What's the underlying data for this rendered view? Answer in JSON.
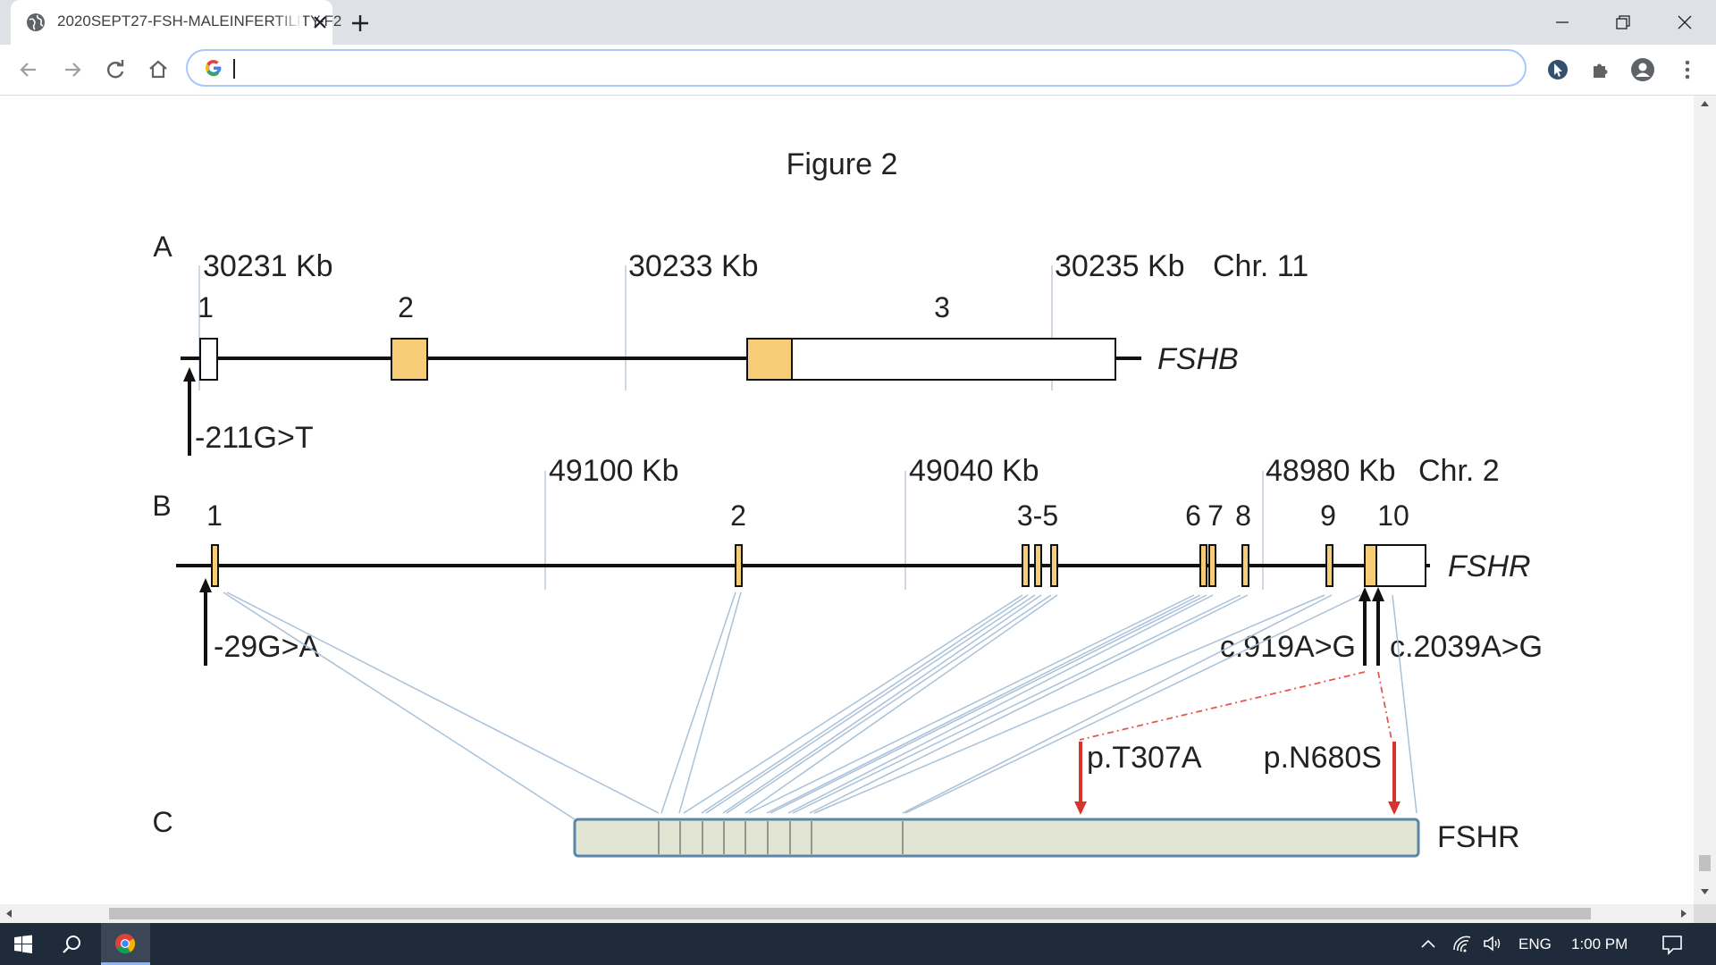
{
  "browser": {
    "tab": {
      "title": "2020SEPT27-FSH-MALEINFERTILITY-F2",
      "favicon": "globe-icon",
      "close": "close-icon"
    },
    "new_tab": "plus-icon",
    "window_controls": [
      "minimize-icon",
      "restore-icon",
      "close-icon"
    ],
    "nav": [
      "back-arrow-icon",
      "forward-arrow-icon",
      "reload-icon",
      "home-icon"
    ],
    "omnibox": {
      "value": "",
      "placeholder": "",
      "logo": "google-g-icon"
    },
    "toolbar_icons": [
      "cursor-extension-icon",
      "puzzle-extensions-icon",
      "profile-avatar-icon",
      "kebab-menu-icon"
    ]
  },
  "figure": {
    "title": "Figure 2",
    "panelA": {
      "letter": "A",
      "scale_labels": [
        "30231 Kb",
        "30233 Kb",
        "30235 Kb"
      ],
      "chromosome": "Chr. 11",
      "gene": "FSHB",
      "exon_labels": [
        "1",
        "2",
        "3"
      ],
      "variant": "-211G>T"
    },
    "panelB": {
      "letter": "B",
      "scale_labels": [
        "49100 Kb",
        "49040 Kb",
        "48980 Kb"
      ],
      "chromosome": "Chr. 2",
      "gene": "FSHR",
      "exon_labels": [
        "1",
        "2",
        "3-5",
        "6",
        "7",
        "8",
        "9",
        "10"
      ],
      "variants": [
        "-29G>A",
        "c.919A>G",
        "c.2039A>G"
      ]
    },
    "panelC": {
      "letter": "C",
      "protein": "FSHR",
      "variants": [
        "p.T307A",
        "p.N680S"
      ]
    },
    "colors": {
      "exon_coding": "#f7cd78",
      "protein_fill": "#e2e4d4",
      "protein_border": "#5b86a8",
      "connector": "#a9c1d9",
      "variant_arrow": "#d9342b"
    }
  },
  "taskbar": {
    "start": "windows-start-icon",
    "search": "search-icon",
    "pinned": [
      "chrome-icon"
    ],
    "tray": {
      "chevron": "chevron-up-icon",
      "network": "wifi-icon",
      "volume": "speaker-icon",
      "language": "ENG",
      "time": "1:00 PM",
      "notifications": "notification-icon"
    }
  }
}
